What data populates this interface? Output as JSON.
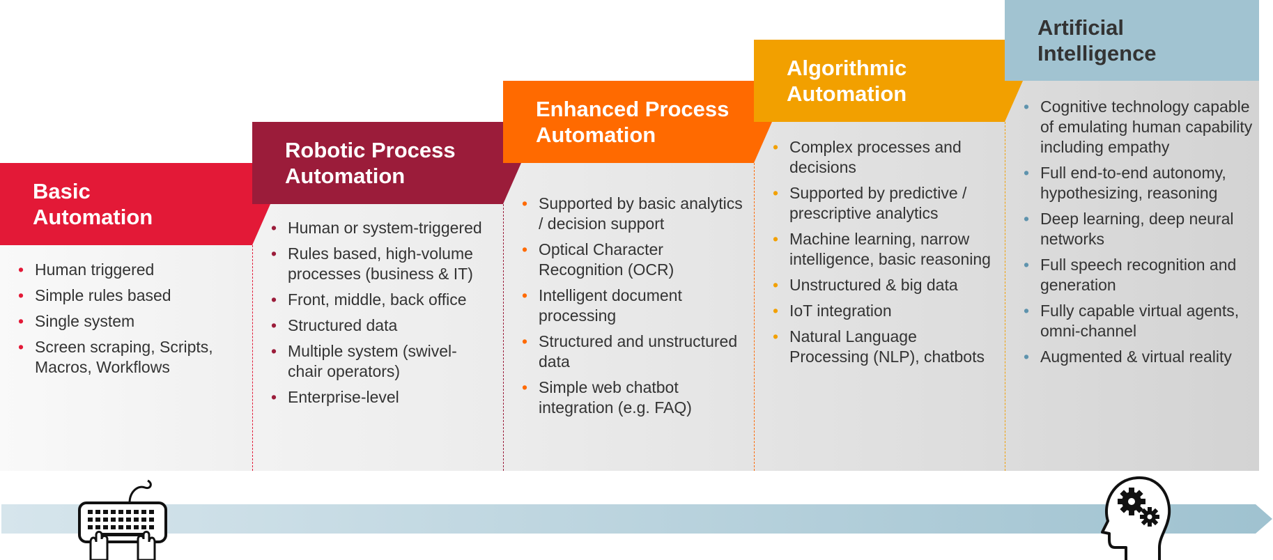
{
  "stages": [
    {
      "title": "Basic Automation",
      "color": "#e31937",
      "bullet_color": "#e31937",
      "items": [
        "Human triggered",
        "Simple rules based",
        "Single system",
        "Screen scraping, Scripts, Macros, Workflows"
      ]
    },
    {
      "title": "Robotic Process Automation",
      "color": "#9b1c3a",
      "bullet_color": "#9b1c3a",
      "items": [
        "Human or system-triggered",
        "Rules based, high-volume processes (business & IT)",
        "Front, middle, back office",
        "Structured data",
        "Multiple system (swivel-chair operators)",
        "Enterprise-level"
      ]
    },
    {
      "title": "Enhanced Process Automation",
      "color": "#ff6a00",
      "bullet_color": "#ff6a00",
      "items": [
        "Supported by basic analytics / decision support",
        "Optical Character Recognition (OCR)",
        "Intelligent document processing",
        "Structured and unstructured data",
        "Simple web chatbot integration (e.g. FAQ)"
      ]
    },
    {
      "title": "Algorithmic Automation",
      "color": "#f2a000",
      "bullet_color": "#f2a000",
      "items": [
        "Complex processes and decisions",
        "Supported by predictive / prescriptive analytics",
        "Machine learning, narrow intelligence, basic reasoning",
        "Unstructured & big data",
        "IoT  integration",
        "Natural Language Processing (NLP), chatbots"
      ]
    },
    {
      "title": "Artificial Intelligence",
      "color": "#a1c3d1",
      "bullet_color": "#5e93ad",
      "title_color": "#333333",
      "items": [
        "Cognitive technology capable of emulating human capability including empathy",
        "Full end-to-end autonomy, hypothesizing, reasoning",
        "Deep learning, deep neural networks",
        "Full speech recognition and generation",
        "Fully capable virtual agents, omni-channel",
        "Augmented & virtual reality"
      ]
    }
  ],
  "icons": {
    "left": "keyboard-hands-icon",
    "right": "head-gears-icon"
  }
}
